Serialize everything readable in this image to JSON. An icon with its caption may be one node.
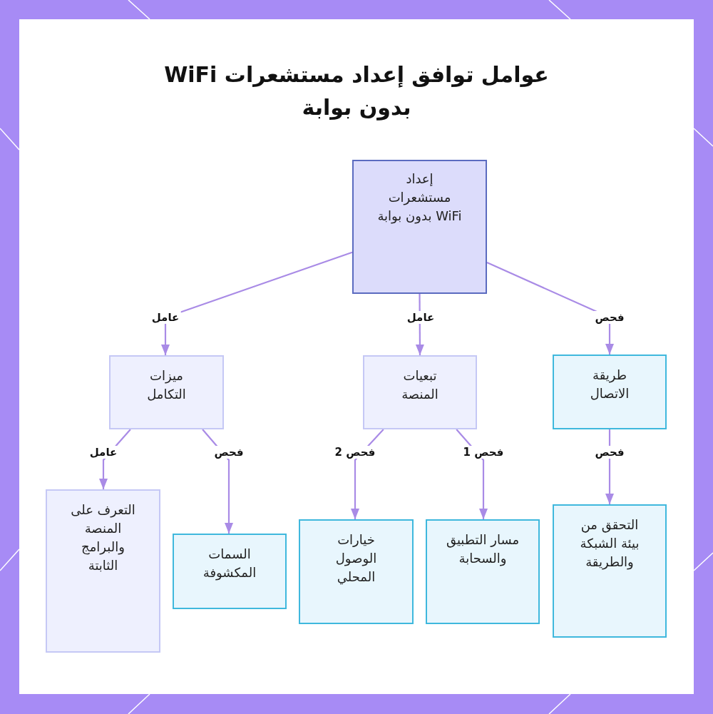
{
  "diagram": {
    "title": "عوامل توافق إعداد مستشعرات WiFi بدون بوابة",
    "nodes": [
      {
        "text": [
          "إعداد مستشعرات WiFi بدون بوابة"
        ]
      },
      {
        "text": [
          "ميزات التكامل"
        ]
      },
      {
        "text": [
          "تبعيات المنصة"
        ]
      },
      {
        "text": [
          "طريقة الاتصال"
        ]
      },
      {
        "text": [
          "التعرف على المنصة والبرامج الثابتة"
        ]
      },
      {
        "text": [
          "السمات المكشوفة"
        ]
      },
      {
        "text": [
          "خيارات الوصول المحلي"
        ]
      },
      {
        "text": [
          "مسار التطبيق والسحابة"
        ]
      },
      {
        "text": [
          "التحقق من بيئة الشبكة والطريقة"
        ]
      }
    ],
    "edges": [
      {
        "from": 0,
        "to": 1,
        "arrow": "to",
        "label": "عامل"
      },
      {
        "from": 0,
        "to": 2,
        "arrow": "to",
        "label": "عامل"
      },
      {
        "from": 0,
        "to": 3,
        "arrow": "to",
        "label": "فحص"
      },
      {
        "from": 1,
        "to": 4,
        "arrow": "to",
        "label": "عامل"
      },
      {
        "from": 1,
        "to": 5,
        "arrow": "to",
        "label": "فحص"
      },
      {
        "from": 2,
        "to": 6,
        "arrow": "to",
        "label": "فحص 2"
      },
      {
        "from": 2,
        "to": 7,
        "arrow": "to",
        "label": "فحص 1"
      },
      {
        "from": 3,
        "to": 8,
        "arrow": "to",
        "label": "فحص"
      }
    ]
  }
}
